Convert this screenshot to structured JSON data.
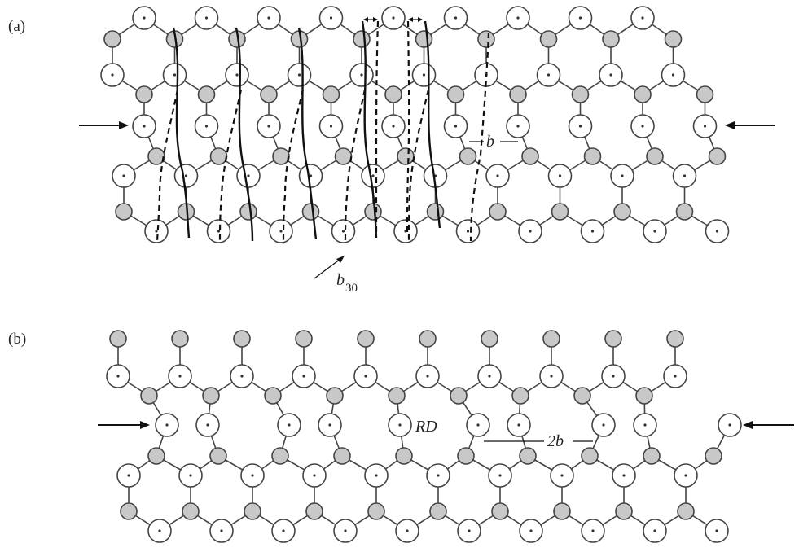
{
  "figure": {
    "panel_a_label": "(a)",
    "panel_b_label": "(b)",
    "annotations_a": {
      "b": "b",
      "b30_main": "b",
      "b30_sub": "30"
    },
    "annotations_b": {
      "rd": "RD",
      "twob": "2b"
    }
  },
  "colors": {
    "filled_atom": "#c8c8c8",
    "open_atom": "#ffffff",
    "line": "#111111"
  }
}
